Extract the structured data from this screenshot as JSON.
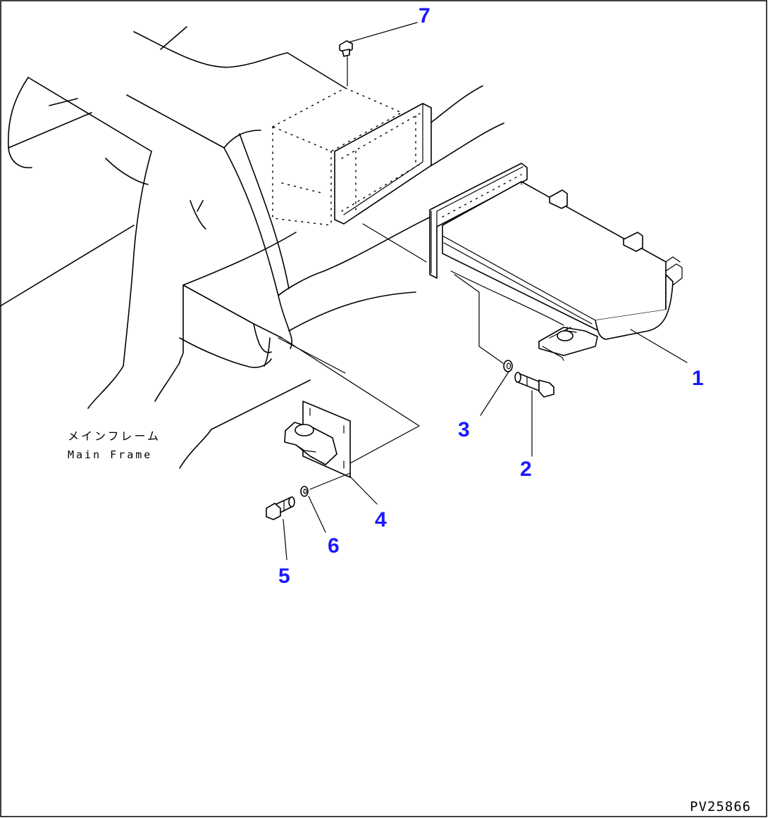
{
  "colors": {
    "callout": "#1a1aff",
    "line": "#000000",
    "background": "#ffffff"
  },
  "labels": {
    "main_frame_jp": "メインフレーム",
    "main_frame_en": "Main Frame",
    "drawing_code": "PV25866"
  },
  "callouts": [
    {
      "part": "frame-assembly",
      "number": "1"
    },
    {
      "part": "bolt",
      "number": "2"
    },
    {
      "part": "washer",
      "number": "3"
    },
    {
      "part": "bracket",
      "number": "4"
    },
    {
      "part": "bolt",
      "number": "5"
    },
    {
      "part": "washer",
      "number": "6"
    },
    {
      "part": "plug",
      "number": "7"
    }
  ]
}
